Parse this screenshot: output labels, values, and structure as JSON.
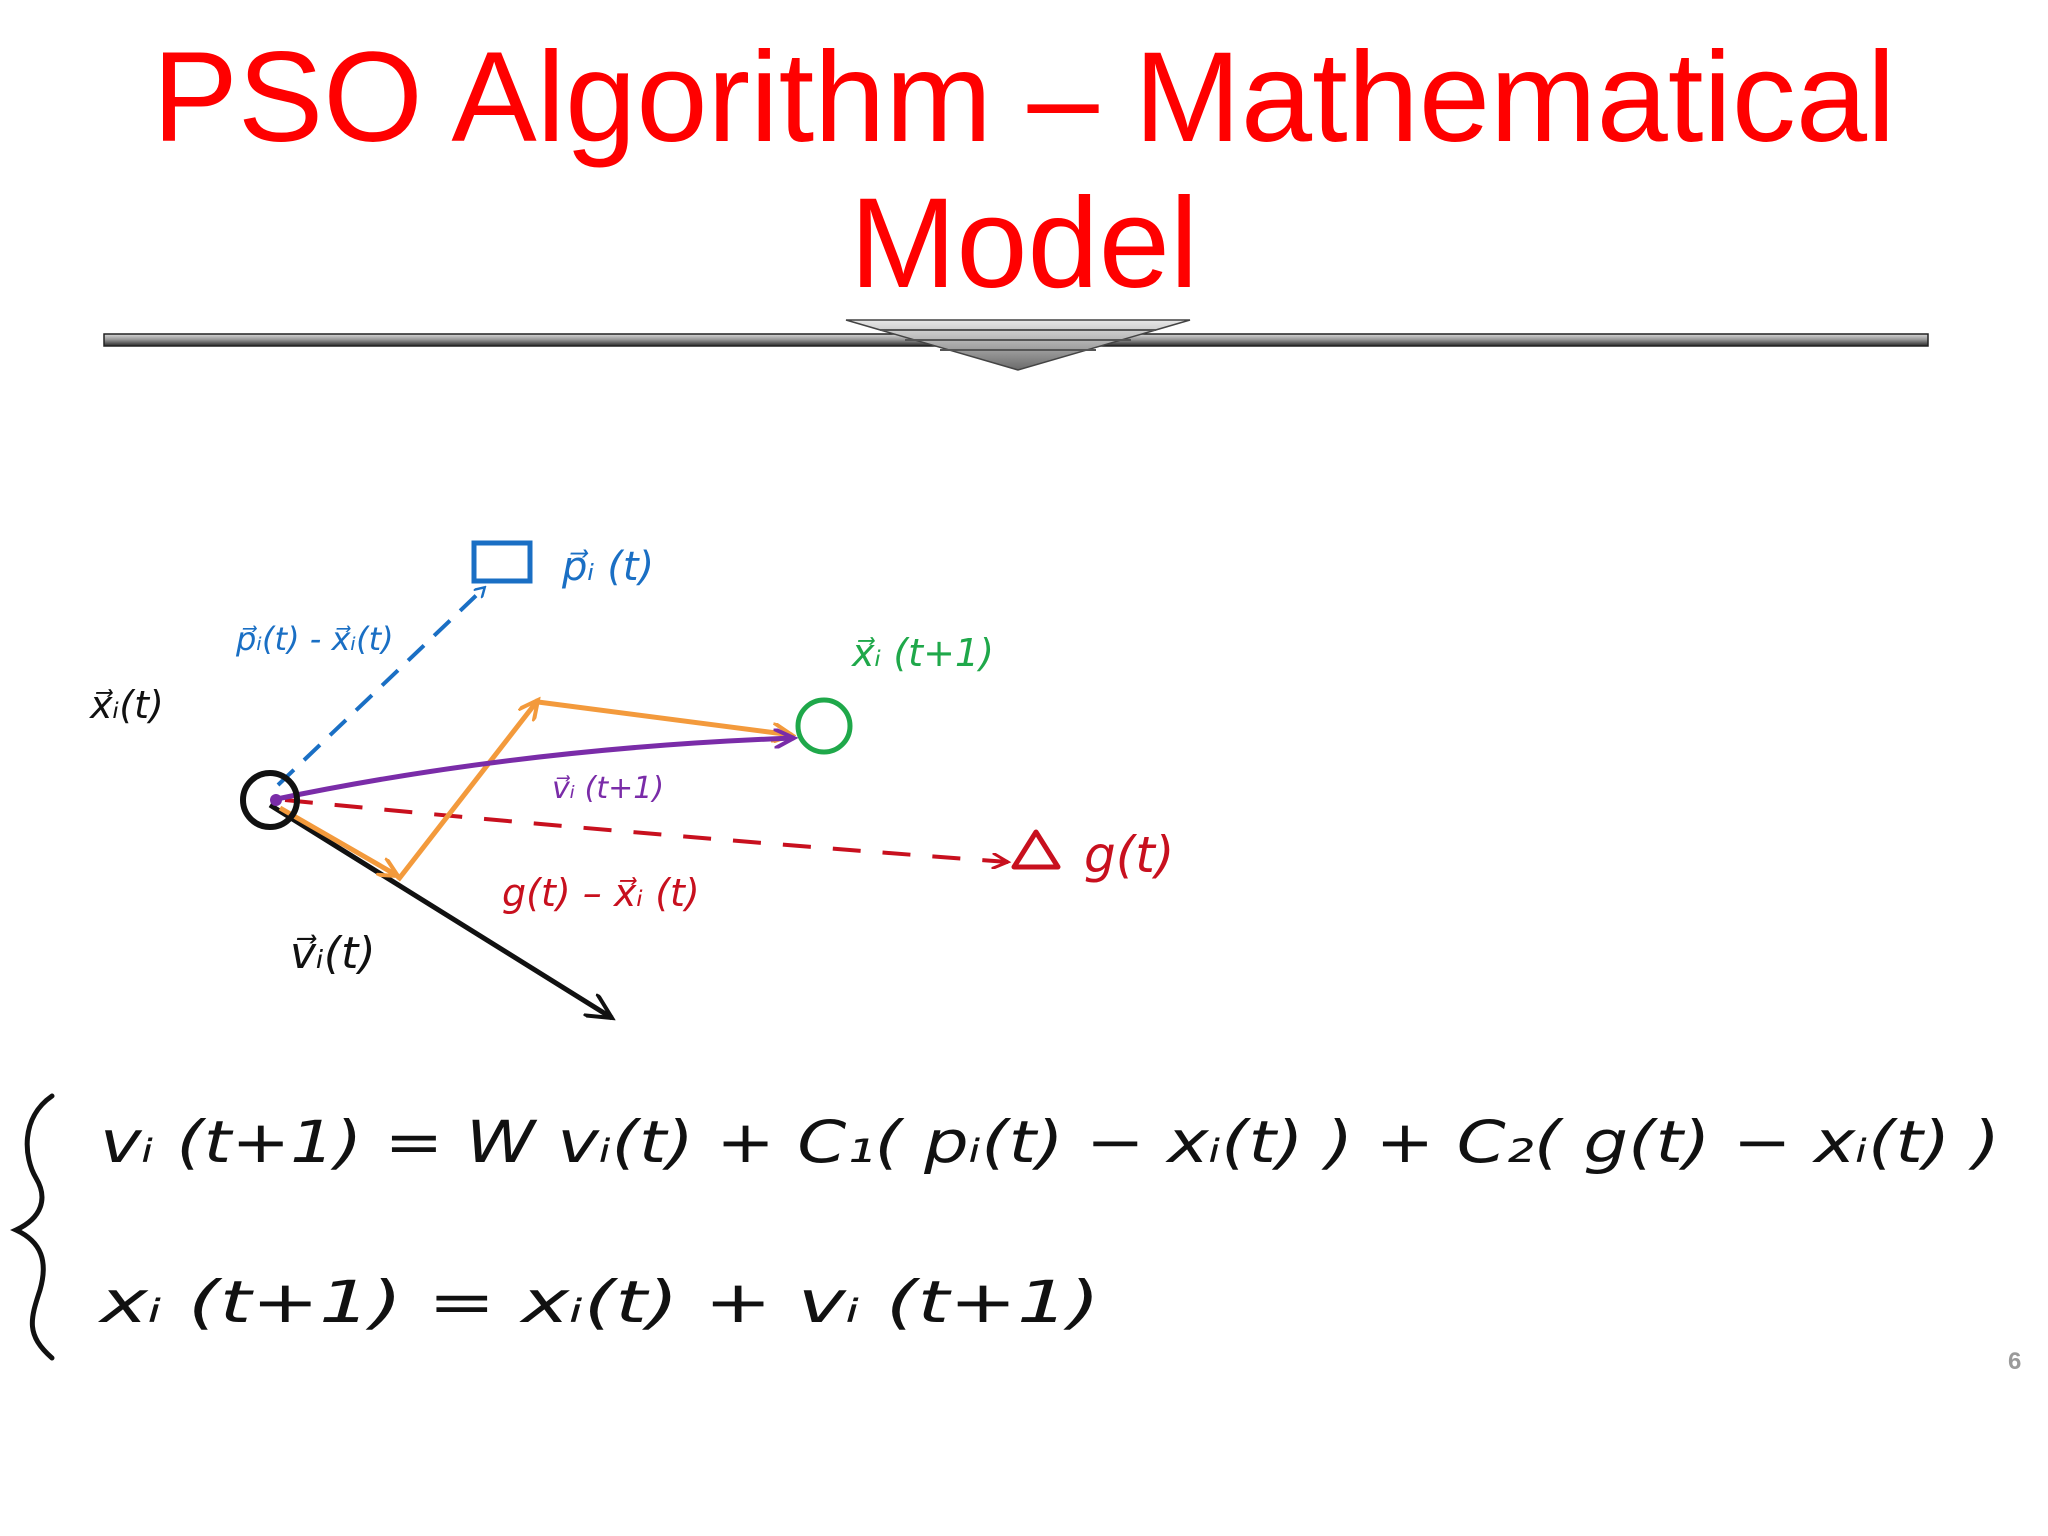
{
  "slide": {
    "title_line1": "PSO Algorithm – Mathematical",
    "title_line2": "Model",
    "page_number": "6"
  },
  "colors": {
    "title": "#ff0000",
    "personal_best": "#1a6fc4",
    "global_best": "#c8101e",
    "next_position": "#1fa84a",
    "new_velocity": "#7a2ca8",
    "components": "#f39a3c",
    "current": "#111111"
  },
  "diagram": {
    "labels": {
      "x_i_t": "x⃗ᵢ(t)",
      "p_i_t": "p⃗ᵢ (t)",
      "p_minus_x": "p⃗ᵢ(t) - x⃗ᵢ(t)",
      "x_i_t1": "x⃗ᵢ (t+1)",
      "v_i_t1": "v⃗ᵢ (t+1)",
      "g_t": "g(t)",
      "g_minus_x": "g(t) – x⃗ᵢ (t)",
      "v_i_t": "v⃗ᵢ(t)"
    },
    "markers": {
      "current": "circle",
      "personal_best": "square",
      "global_best": "triangle",
      "next_position": "circle"
    }
  },
  "equations": {
    "velocity": "vᵢ (t+1)  =  W vᵢ(t)  + C₁( pᵢ(t) − xᵢ(t) )  +  C₂( g(t) − xᵢ(t) )",
    "position": "xᵢ (t+1)  =  xᵢ(t)  +  vᵢ  (t+1)"
  }
}
